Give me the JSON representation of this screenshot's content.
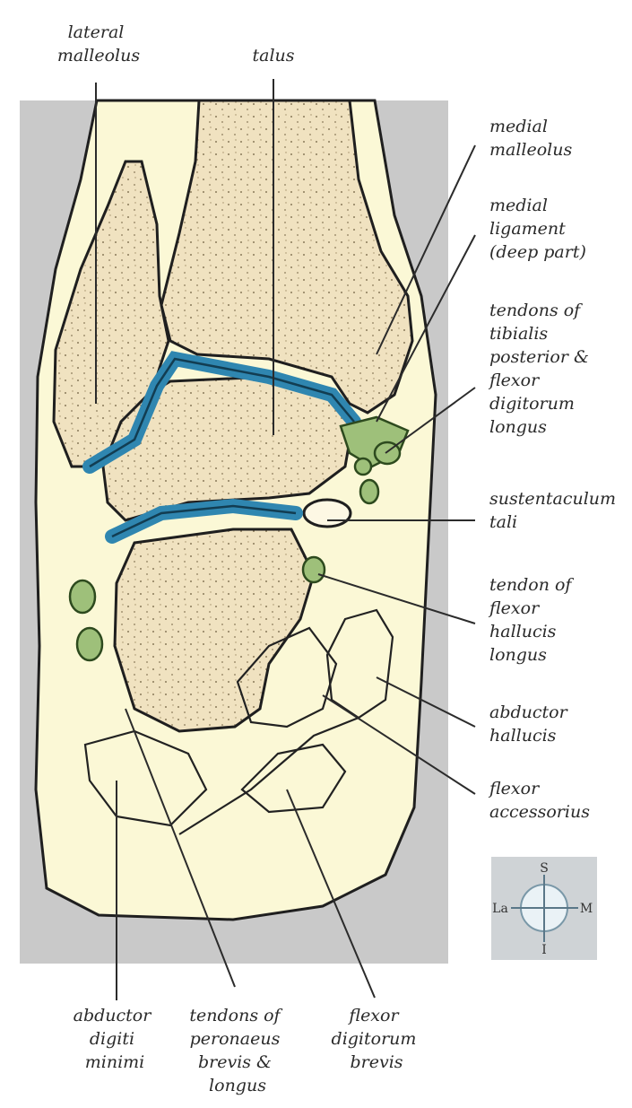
{
  "labels": {
    "lateral_malleolus": [
      "lateral",
      "malleolus"
    ],
    "talus": [
      "talus"
    ],
    "medial_malleolus": [
      "medial",
      "malleolus"
    ],
    "medial_ligament": [
      "medial",
      "ligament",
      "(deep part)"
    ],
    "tendons_tibialis": [
      "tendons of",
      "tibialis",
      "posterior &",
      "flexor",
      "digitorum",
      "longus"
    ],
    "sustentaculum": [
      "sustentaculum",
      "tali"
    ],
    "tendon_fhl": [
      "tendon of",
      "flexor",
      "hallucis",
      "longus"
    ],
    "abductor_hallucis": [
      "abductor",
      "hallucis"
    ],
    "flexor_accessorius": [
      "flexor",
      "accessorius"
    ],
    "abductor_digiti": [
      "abductor",
      "digiti",
      "minimi"
    ],
    "tendons_peronaeus": [
      "tendons of",
      "peronaeus",
      "brevis &",
      "longus"
    ],
    "flexor_digitorum_brevis": [
      "flexor",
      "digitorum",
      "brevis"
    ]
  },
  "compass": {
    "top": "S",
    "left": "La",
    "right": "M",
    "bottom": "I"
  },
  "colors": {
    "background_panel": "#c9c9c9",
    "soft_tissue": "#fbf8d6",
    "bone": "#f0e2c0",
    "cartilage": "#2f86b0",
    "tendon": "#9ec07a"
  }
}
